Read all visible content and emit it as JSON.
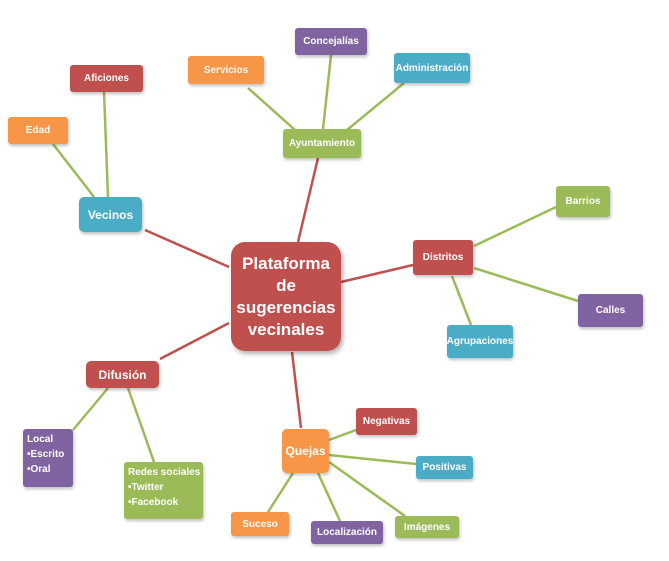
{
  "colors": {
    "red": "#c0504d",
    "green": "#9bbb59",
    "blue": "#4bacc6",
    "purple": "#8064a2",
    "orange": "#f79646",
    "connector_red": "#c0504d",
    "connector_green": "#9bbb59"
  },
  "center": {
    "line1": "Plataforma",
    "line2": "de",
    "line3": "sugerencias",
    "line4": "vecinales"
  },
  "branches": {
    "ayuntamiento": {
      "label": "Ayuntamiento",
      "children": [
        "Servicios",
        "Concejalías",
        "Administración"
      ]
    },
    "vecinos": {
      "label": "Vecinos",
      "children": [
        "Aficiones",
        "Edad"
      ]
    },
    "distritos": {
      "label": "Distritos",
      "children": [
        "Barrios",
        "Calles",
        "Agrupaciones"
      ]
    },
    "difusion": {
      "label": "Difusión",
      "local": {
        "title": "Local",
        "items": [
          "•Escrito",
          "•Oral"
        ]
      },
      "redes": {
        "title": "Redes sociales",
        "items": [
          "•Twitter",
          "•Facebook"
        ]
      }
    },
    "quejas": {
      "label": "Quejas",
      "children": [
        "Negativas",
        "Positivas",
        "Imágenes",
        "Localización",
        "Suceso"
      ]
    }
  }
}
